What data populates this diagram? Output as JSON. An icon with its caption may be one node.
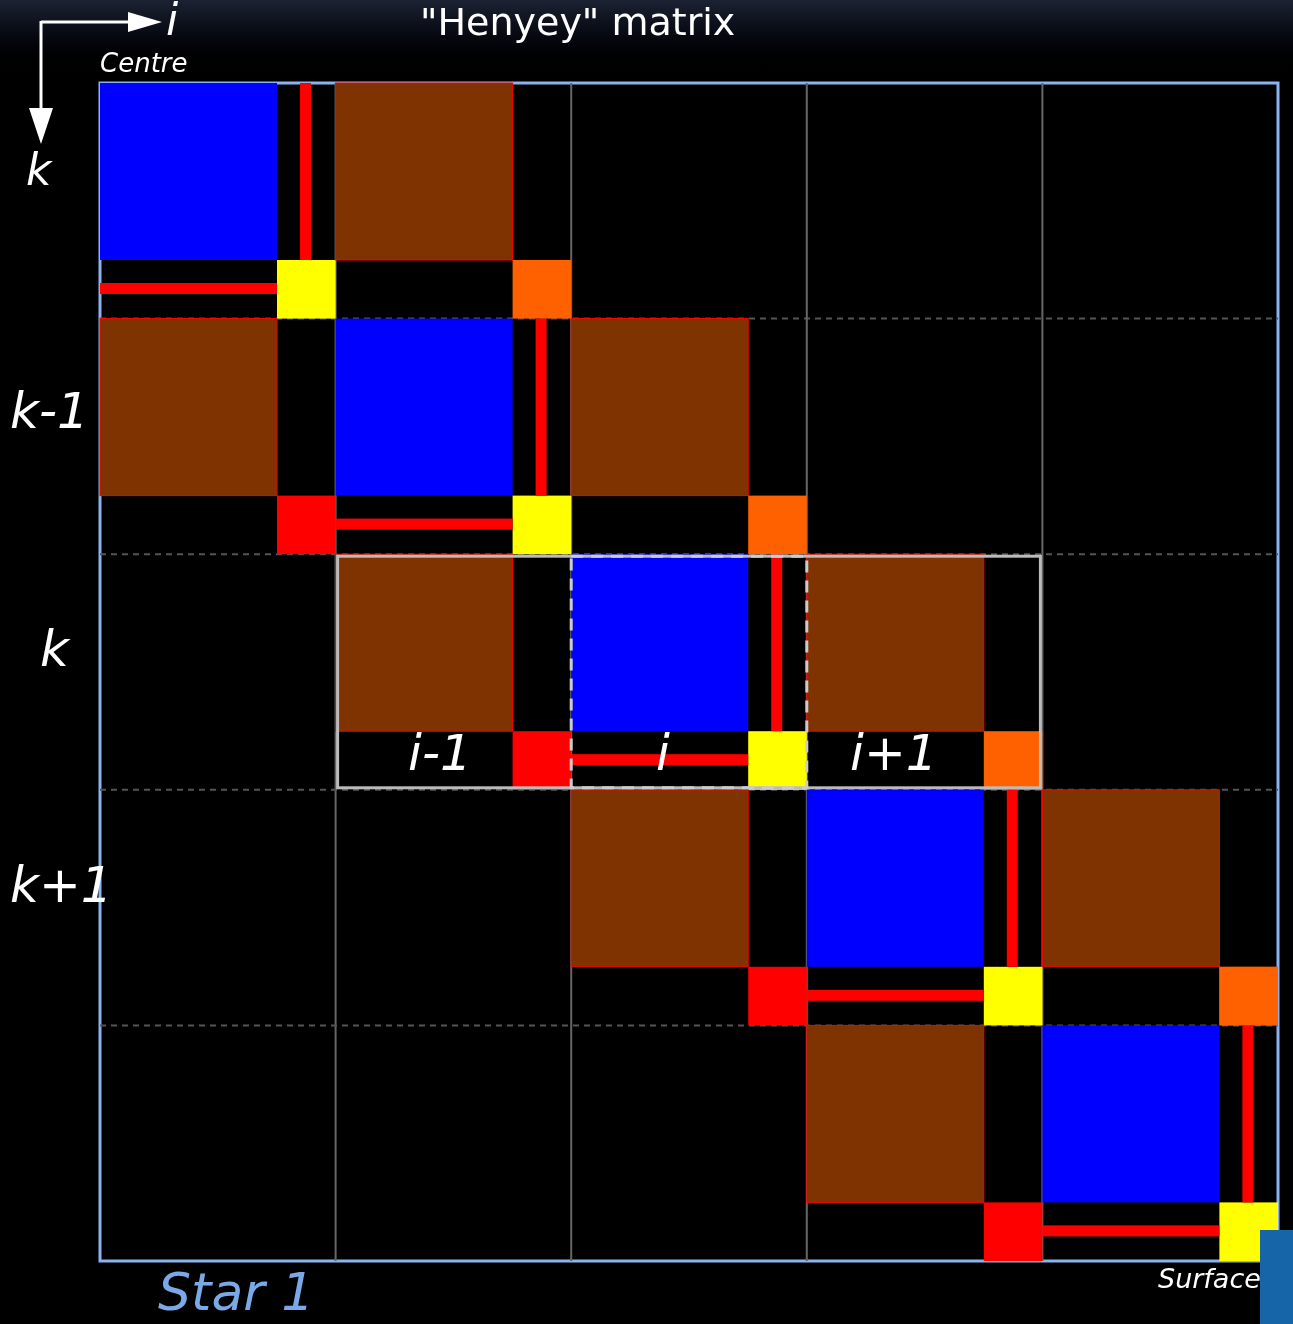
{
  "diagram": {
    "title": "\"Henyey\" matrix",
    "labels": [
      "i",
      "Centre",
      "k",
      "k-1",
      "k",
      "i-1",
      "i",
      "i+1",
      "k+1",
      "Star 1",
      "Surface"
    ]
  }
}
